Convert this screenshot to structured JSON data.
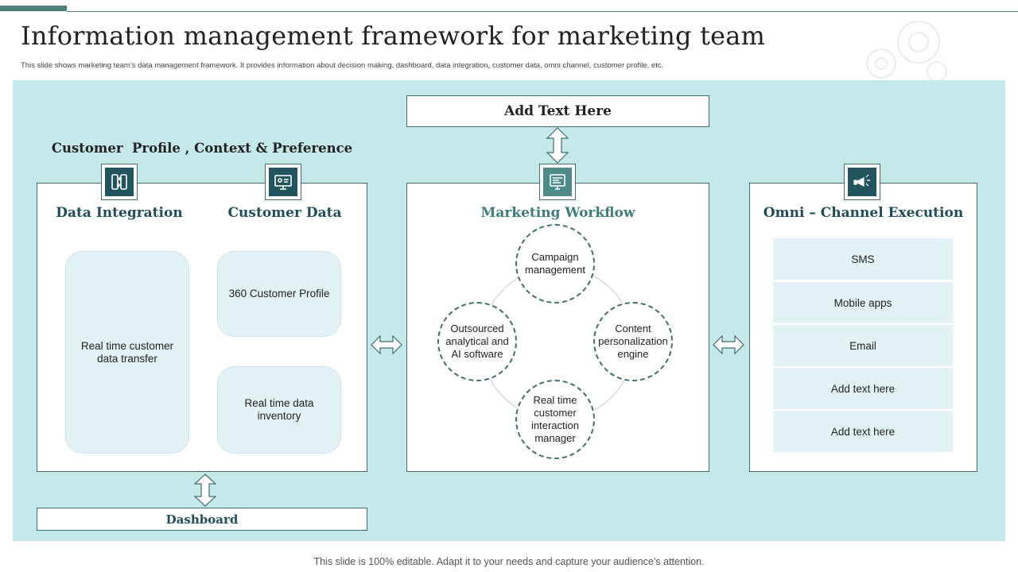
{
  "slide": {
    "title": "Information management framework for marketing team",
    "subtitle": "This slide shows marketing team’s data management  framework. It provides information about decision making,  dashboard, data integration, customer data, omni channel, customer profile, etc.",
    "footer": "This slide is 100% editable. Adapt it to your needs and capture your audience’s attention."
  },
  "top_box": {
    "label": "Add Text Here"
  },
  "left_section": {
    "heading": "Customer  Profile , Context & Preference",
    "data_integration": {
      "label": "Data Integration",
      "card": "Real time customer data transfer",
      "icon": "database-transfer-icon"
    },
    "customer_data": {
      "label": "Customer Data",
      "icon": "monitor-profile-icon",
      "cards": [
        "360 Customer Profile",
        "Real time data inventory"
      ]
    },
    "dashboard": "Dashboard"
  },
  "middle_section": {
    "label": "Marketing Workflow",
    "icon": "workflow-screen-icon",
    "nodes": {
      "top": "Campaign management",
      "left": "Outsourced analytical and AI software",
      "right": "Content personalization engine",
      "bottom": "Real time customer interaction manager"
    }
  },
  "right_section": {
    "label": "Omni – Channel Execution",
    "icon": "megaphone-icon",
    "channels": [
      "SMS",
      "Mobile apps",
      "Email",
      "Add text here",
      "Add text here"
    ]
  },
  "colors": {
    "panel": "#c5e8ea",
    "dark_teal": "#21545c",
    "heading": "#1f4e5a",
    "accent": "#4e7f7d"
  }
}
